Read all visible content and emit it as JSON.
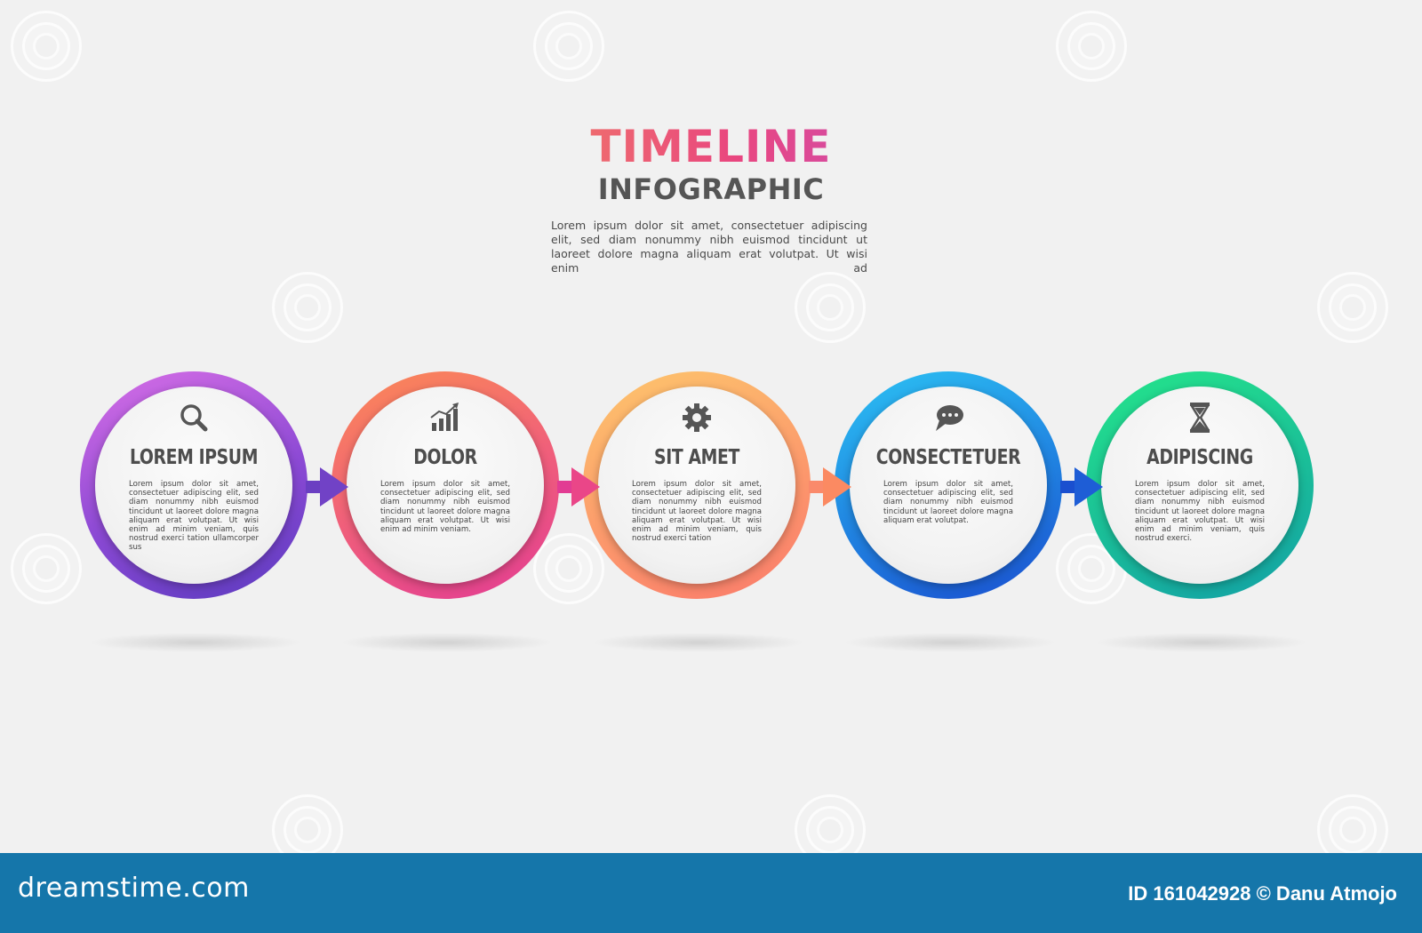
{
  "title": {
    "main": "TIMELINE",
    "sub": "INFOGRAPHIC"
  },
  "intro": "Lorem ipsum dolor sit amet, consectetuer adipiscing elit, sed diam nonummy nibh euismod tincidunt ut laoreet dolore magna aliquam erat volutpat. Ut wisi enim ad",
  "steps": [
    {
      "title": "LOREM IPSUM",
      "icon": "search-icon",
      "colors": [
        "#d66be3",
        "#6b3fc2"
      ],
      "text": "Lorem ipsum dolor sit amet, consectetuer adipiscing elit, sed diam nonummy nibh euismod tincidunt ut laoreet dolore magna aliquam erat volutpat. Ut wisi enim ad minim veniam, quis nostrud exerci tation ullamcorper sus"
    },
    {
      "title": "DOLOR",
      "icon": "bar-chart-icon",
      "colors": [
        "#f57a5a",
        "#e8408f"
      ],
      "text": "Lorem ipsum dolor sit amet, consectetuer adipiscing elit, sed diam nonummy nibh euismod tincidunt ut laoreet dolore magna aliquam erat volutpat. Ut wisi enim ad minim veniam."
    },
    {
      "title": "SIT AMET",
      "icon": "gear-icon",
      "colors": [
        "#fbbf6a",
        "#fb7a6c"
      ],
      "text": "Lorem ipsum dolor sit amet, consectetuer adipiscing elit, sed diam nonummy nibh euismod tincidunt ut laoreet dolore magna aliquam erat volutpat. Ut wisi enim ad minim veniam, quis nostrud exerci tation"
    },
    {
      "title": "CONSECTETUER",
      "icon": "chat-bubble-icon",
      "colors": [
        "#27b9f2",
        "#1a4fcf"
      ],
      "text": "Lorem ipsum dolor sit amet, consectetuer adipiscing elit, sed diam nonummy nibh euismod tincidunt ut laoreet dolore magna aliquam erat volutpat."
    },
    {
      "title": "ADIPISCING",
      "icon": "hourglass-icon",
      "colors": [
        "#23e08a",
        "#14a3a3"
      ],
      "text": "Lorem ipsum dolor sit amet, consectetuer adipiscing elit, sed diam nonummy nibh euismod tincidunt ut laoreet dolore magna aliquam erat volutpat. Ut wisi enim ad minim veniam, quis nostrud exerci."
    }
  ],
  "footer": {
    "brand": "dreamstime.com",
    "id_text": "ID 161042928 © Danu Atmojo"
  }
}
